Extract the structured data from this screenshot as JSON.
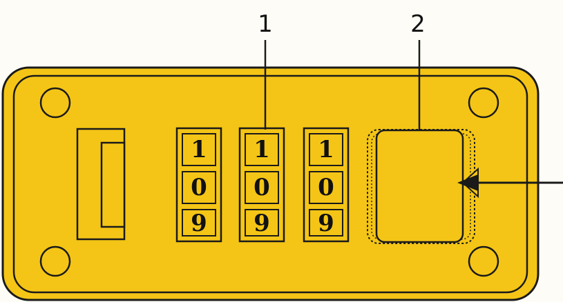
{
  "colors": {
    "plate": "#f4c516",
    "outline": "#1a1a1a",
    "background": "#fdfcf6"
  },
  "callouts": [
    {
      "label": "1"
    },
    {
      "label": "2"
    }
  ],
  "dials": [
    {
      "digits": [
        "1",
        "0",
        "9"
      ]
    },
    {
      "digits": [
        "1",
        "0",
        "9"
      ]
    },
    {
      "digits": [
        "1",
        "0",
        "9"
      ]
    }
  ],
  "icons": {
    "pointer": "arrow-left-icon",
    "screws": "screw-hole-icon"
  }
}
